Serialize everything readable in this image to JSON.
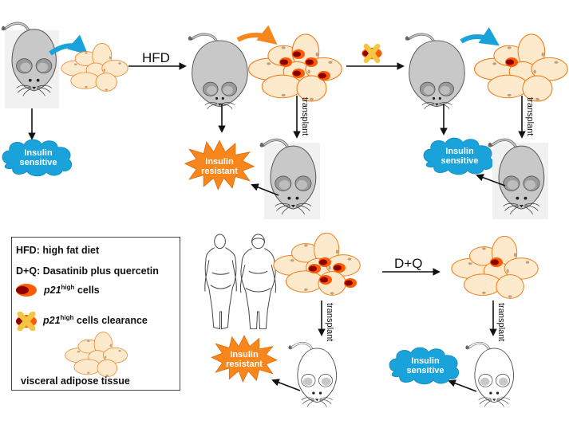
{
  "figure": {
    "panels": {
      "top": {
        "stages": [
          {
            "id": "lean",
            "outcome": "Insulin sensitive",
            "outcome_line1": "Insulin",
            "outcome_line2": "sensitive",
            "outcome_shape": "cloud"
          },
          {
            "id": "hfd",
            "outcome": "Insulin resistant",
            "outcome_line1": "Insulin",
            "outcome_line2": "resistant",
            "outcome_shape": "starburst",
            "transplant_outcome_line1": "Insulin",
            "transplant_outcome_line2": "resistant"
          },
          {
            "id": "hfd_cleared",
            "outcome": "Insulin sensitive",
            "outcome_line1": "Insulin",
            "outcome_line2": "sensitive",
            "outcome_shape": "cloud"
          }
        ],
        "arrow_labels": {
          "hfd": "HFD"
        },
        "transplant_label": "transplant"
      },
      "bottom": {
        "subjects": "human obese adults",
        "arrow_labels": {
          "dq": "D+Q"
        },
        "transplant_label": "transplant",
        "outcomes": [
          {
            "line1": "Insulin",
            "line2": "resistant",
            "shape": "starburst"
          },
          {
            "line1": "Insulin",
            "line2": "sensitive",
            "shape": "cloud"
          }
        ]
      }
    },
    "legend": {
      "items": [
        {
          "key": "HFD:",
          "text": "high fat diet"
        },
        {
          "key": "D+Q:",
          "text": "Dasatinib plus quercetin"
        },
        {
          "gene": "p21",
          "sup": "high",
          "text": "cells",
          "icon": "p21-high-cell-icon"
        },
        {
          "gene": "p21",
          "sup": "high",
          "text": "cells clearance",
          "icon": "cell-clearance-icon"
        },
        {
          "text": "visceral adipose tissue",
          "icon": "adipose-tissue-icon"
        }
      ]
    },
    "colors": {
      "adipocyte_fill": "#fde9cc",
      "adipocyte_stroke": "#f07f1e",
      "senescent_outer": "#ff5a00",
      "senescent_inner": "#8b0000",
      "cloud": "#1aa3db",
      "starburst": "#f7861c",
      "mouse_gray": "#c8c8c8",
      "arrow_blue": "#1aa3db",
      "arrow_orange": "#f7861c",
      "clear_x": "#f4c542"
    }
  }
}
